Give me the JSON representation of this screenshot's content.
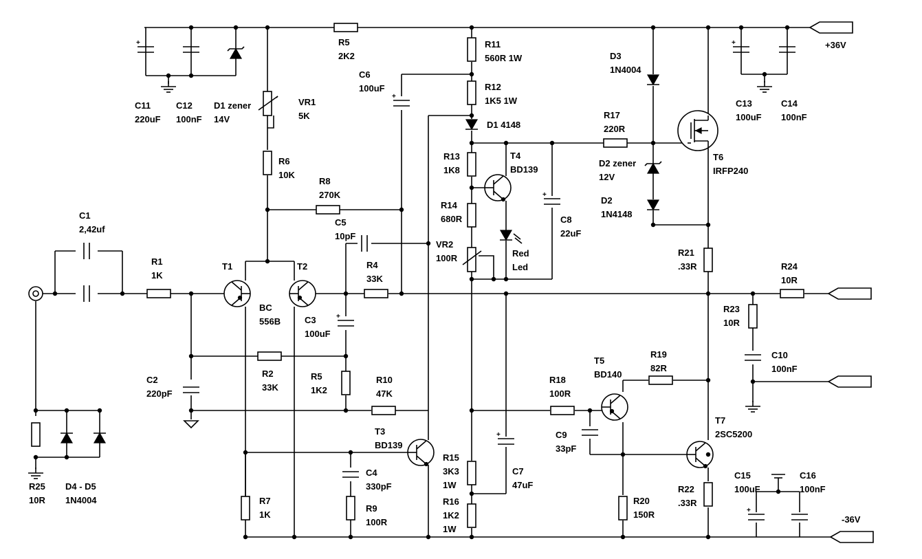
{
  "colors": {
    "ink": "#000000",
    "background": "#ffffff"
  },
  "labels": {
    "c1": [
      "C1",
      "2,42uf"
    ],
    "r1": [
      "R1",
      "1K"
    ],
    "c2": [
      "C2",
      "220pF"
    ],
    "r25": [
      "R25",
      "10R"
    ],
    "d4d5": [
      "D4 - D5",
      "1N4004"
    ],
    "t1": [
      "T1"
    ],
    "t2": [
      "T2"
    ],
    "bc": [
      "BC",
      "556B"
    ],
    "c11": [
      "C11",
      "220uF"
    ],
    "c12": [
      "C12",
      "100nF"
    ],
    "d1z": [
      "D1 zener",
      "14V"
    ],
    "vr1": [
      "VR1",
      "5K"
    ],
    "r5a": [
      "R5",
      "2K2"
    ],
    "r6": [
      "R6",
      "10K"
    ],
    "r8": [
      "R8",
      "270K"
    ],
    "c5": [
      "C5",
      "10pF"
    ],
    "r4": [
      "R4",
      "33K"
    ],
    "c3": [
      "C3",
      "100uF"
    ],
    "r2": [
      "R2",
      "33K"
    ],
    "r5b": [
      "R5",
      "1K2"
    ],
    "r10": [
      "R10",
      "47K"
    ],
    "t3": [
      "T3",
      "BD139"
    ],
    "c4": [
      "C4",
      "330pF"
    ],
    "r9": [
      "R9",
      "100R"
    ],
    "r7": [
      "R7",
      "1K"
    ],
    "c6": [
      "C6",
      "100uF"
    ],
    "r11": [
      "R11",
      "560R 1W"
    ],
    "r12": [
      "R12",
      "1K5 1W"
    ],
    "d1": [
      "D1 4148"
    ],
    "r13": [
      "R13",
      "1K8"
    ],
    "t4": [
      "T4",
      "BD139"
    ],
    "r14": [
      "R14",
      "680R"
    ],
    "led": [
      "Red",
      "Led"
    ],
    "vr2": [
      "VR2",
      "100R"
    ],
    "c8": [
      "C8",
      "22uF"
    ],
    "r15": [
      "R15",
      "3K3",
      "1W"
    ],
    "r16": [
      "R16",
      "1K2",
      "1W"
    ],
    "c7": [
      "C7",
      "47uF"
    ],
    "d3": [
      "D3",
      "1N4004"
    ],
    "r17": [
      "R17",
      "220R"
    ],
    "d2z": [
      "D2 zener",
      "12V"
    ],
    "d2": [
      "D2",
      "1N4148"
    ],
    "t6": [
      "T6",
      "IRFP240"
    ],
    "c13": [
      "C13",
      "100uF"
    ],
    "c14": [
      "C14",
      "100nF"
    ],
    "plus36": [
      "+36V"
    ],
    "r21": [
      "R21",
      ".33R"
    ],
    "r24": [
      "R24",
      "10R"
    ],
    "r23": [
      "R23",
      "10R"
    ],
    "c10": [
      "C10",
      "100nF"
    ],
    "t5": [
      "T5",
      "BD140"
    ],
    "r19": [
      "R19",
      "82R"
    ],
    "r18": [
      "R18",
      "100R"
    ],
    "c9": [
      "C9",
      "33pF"
    ],
    "r20": [
      "R20",
      "150R"
    ],
    "t7": [
      "T7",
      "2SC5200"
    ],
    "r22": [
      "R22",
      ".33R"
    ],
    "c15": [
      "C15",
      "100uF"
    ],
    "c16": [
      "C16",
      "100nF"
    ],
    "minus36": [
      "-36V"
    ]
  }
}
